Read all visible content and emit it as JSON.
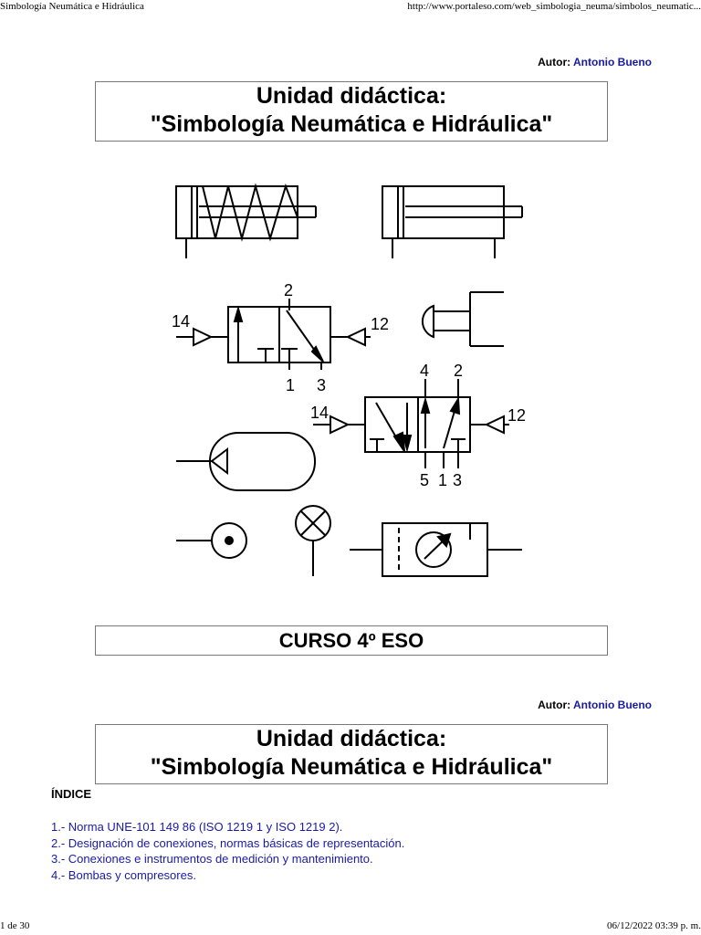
{
  "print_header": {
    "page_title": "Simbología Neumática e Hidráulica",
    "url": "http://www.portaleso.com/web_simbologia_neuma/simbolos_neumatic..."
  },
  "print_footer": {
    "page_counter": "1 de 30",
    "datetime": "06/12/2022 03:39 p. m."
  },
  "author": {
    "label": "Autor:",
    "name": "Antonio Bueno"
  },
  "unit_title": {
    "line1": "Unidad didáctica:",
    "line2": "\"Simbología Neumática e Hidráulica\""
  },
  "symbol_labels": {
    "valve32": {
      "left_port": "14",
      "right_port": "12",
      "top_port": "2",
      "bottom1": "1",
      "bottom3": "3"
    },
    "valve52": {
      "left_port": "14",
      "right_port": "12",
      "top4": "4",
      "top2": "2",
      "bottom5": "5",
      "bottom1": "1",
      "bottom3": "3"
    }
  },
  "course": "CURSO 4º ESO",
  "index": {
    "heading": "ÍNDICE",
    "items": [
      {
        "num": "1.-",
        "text": "Norma UNE-101 149 86 (ISO 1219 1 y ISO 1219 2)."
      },
      {
        "num": "2.-",
        "text": "Designación de conexiones, normas básicas de representación."
      },
      {
        "num": "3.-",
        "text": "Conexiones e instrumentos de medición y mantenimiento."
      },
      {
        "num": "4.-",
        "text": "Bombas y compresores."
      }
    ]
  }
}
